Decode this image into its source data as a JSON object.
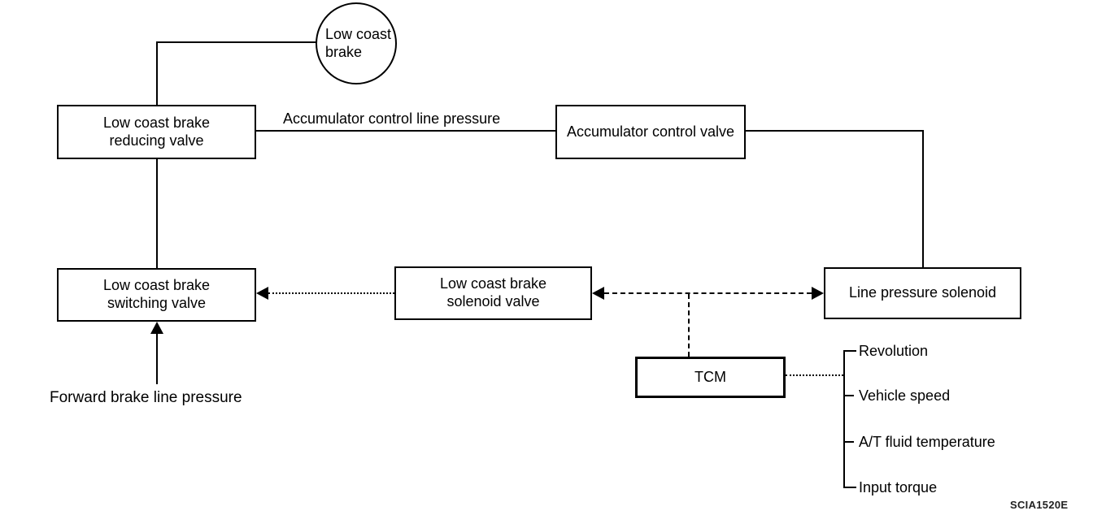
{
  "nodes": {
    "low_coast_brake": {
      "label": "Low coast brake",
      "shape": "circle"
    },
    "reducing_valve": {
      "label": "Low coast brake reducing valve",
      "shape": "box"
    },
    "accumulator_valve": {
      "label": "Accumulator control valve",
      "shape": "box"
    },
    "switching_valve": {
      "label": "Low coast brake switching valve",
      "shape": "box"
    },
    "solenoid_valve": {
      "label": "Low coast brake solenoid valve",
      "shape": "box"
    },
    "line_pressure_solenoid": {
      "label": "Line pressure solenoid",
      "shape": "box"
    },
    "tcm": {
      "label": "TCM",
      "shape": "box"
    }
  },
  "edge_labels": {
    "accumulator_line_pressure": "Accumulator control line pressure",
    "forward_brake_line_pressure": "Forward brake line pressure"
  },
  "tcm_inputs": [
    "Revolution",
    "Vehicle speed",
    "A/T fluid temperature",
    "Input torque"
  ],
  "figure_code": "SCIA1520E",
  "edges": [
    {
      "from": "reducing_valve",
      "to": "low_coast_brake",
      "style": "solid",
      "arrows": "none"
    },
    {
      "from": "reducing_valve",
      "to": "accumulator_valve",
      "style": "solid",
      "arrows": "none",
      "label": "Accumulator control line pressure"
    },
    {
      "from": "accumulator_valve",
      "to": "line_pressure_solenoid",
      "style": "solid",
      "arrows": "none"
    },
    {
      "from": "reducing_valve",
      "to": "switching_valve",
      "style": "solid",
      "arrows": "none"
    },
    {
      "from": "solenoid_valve",
      "to": "switching_valve",
      "style": "dotted",
      "arrows": "to"
    },
    {
      "from": "solenoid_valve",
      "to": "line_pressure_solenoid",
      "style": "dashed",
      "arrows": "both"
    },
    {
      "from": "tcm",
      "to": "solenoid_valve/line_pressure_solenoid dashed line",
      "style": "dashed",
      "arrows": "none"
    },
    {
      "from": "forward_brake_line_pressure",
      "to": "switching_valve",
      "style": "solid",
      "arrows": "to"
    },
    {
      "from": "tcm",
      "to": "inputs bracket",
      "style": "dotted",
      "arrows": "none"
    }
  ],
  "colors": {
    "line": "#000000",
    "background": "#ffffff",
    "text": "#000000"
  }
}
